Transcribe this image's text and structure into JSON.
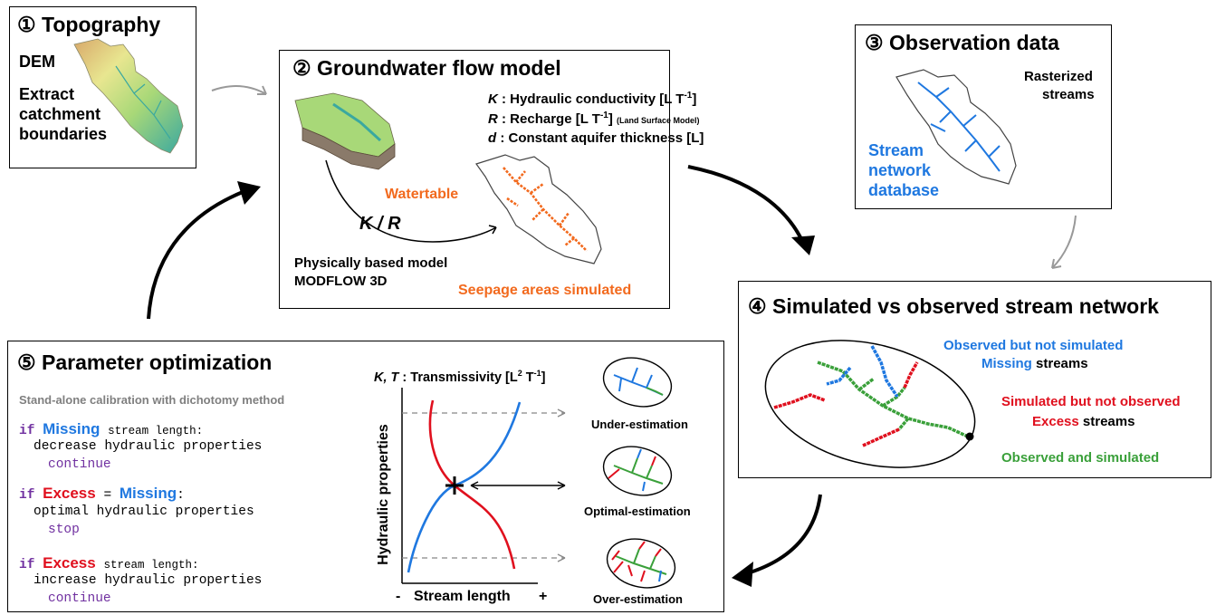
{
  "box1": {
    "title": "① Topography",
    "dem": "DEM",
    "extract_lines": [
      "Extract",
      "catchment",
      "boundaries"
    ]
  },
  "box2": {
    "title": "② Groundwater flow model",
    "params": [
      {
        "sym": "K",
        "text": ": Hydraulic conductivity [L T",
        "sup": "-1",
        "end": "]",
        "note": ""
      },
      {
        "sym": "R",
        "text": ": Recharge [L T",
        "sup": "-1",
        "end": "]",
        "note": "(Land Surface Model)"
      },
      {
        "sym": "d",
        "text": ": Constant aquifer thickness [L]",
        "sup": "",
        "end": "",
        "note": ""
      }
    ],
    "watertable": "Watertable",
    "kr": "K / R",
    "model_lines": [
      "Physically based model",
      "MODFLOW 3D"
    ],
    "seepage": "Seepage areas simulated"
  },
  "box3": {
    "title": "③ Observation data",
    "rasterized_lines": [
      "Rasterized",
      "streams"
    ],
    "stream_db_lines": [
      "Stream",
      "network",
      "database"
    ]
  },
  "box4": {
    "title": "④ Simulated vs observed stream network",
    "observed_not_sim": "Observed but not simulated",
    "missing": "Missing",
    "streams_word": "streams",
    "simulated_not_obs": "Simulated but not observed",
    "excess": "Excess",
    "obs_and_sim": "Observed and simulated"
  },
  "box5": {
    "title": "⑤ Parameter optimization",
    "subtitle": "Stand-alone calibration with dichotomy method",
    "code": {
      "if": "if",
      "missing": "Missing",
      "excess": "Excess",
      "stream_length": "stream length:",
      "decrease": "decrease hydraulic properties",
      "continue": "continue",
      "eq": "=",
      "colon": ":",
      "optimal": "optimal hydraulic properties",
      "stop": "stop",
      "increase": "increase hydraulic properties"
    },
    "graph": {
      "header_sym": "K, T",
      "header_text": ": Transmissivity [L",
      "header_sup1": "2",
      "header_mid": " T",
      "header_sup2": "-1",
      "header_end": "]",
      "ylabel": "Hydraulic properties",
      "xlabel": "Stream length",
      "minus": "-",
      "plus": "+"
    },
    "estimations": [
      "Under-estimation",
      "Optimal-estimation",
      "Over-estimation"
    ]
  },
  "colors": {
    "observed": "#1f78e0",
    "simulated": "#e0101e",
    "both": "#3aa03a",
    "watertable": "#f26a1e",
    "keyword": "#7030a0"
  }
}
